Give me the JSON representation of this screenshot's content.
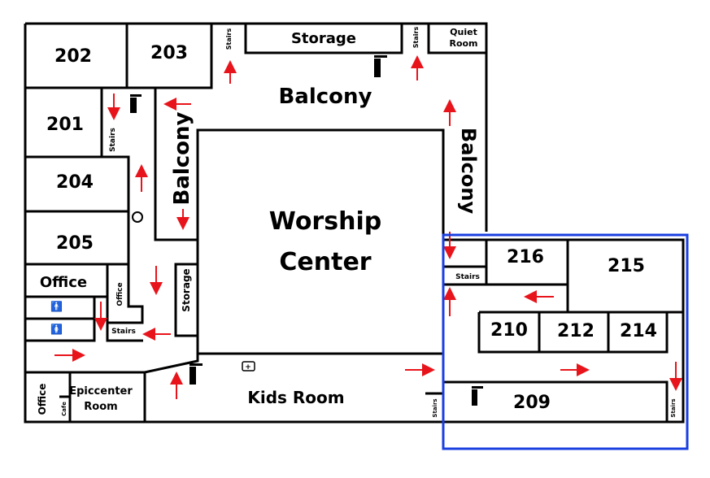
{
  "rooms": {
    "r202": "202",
    "r203": "203",
    "r201": "201",
    "r204": "204",
    "r205": "205",
    "office1": "Office",
    "office2": "Office",
    "office3": "Office",
    "storage_top": "Storage",
    "storage_mid": "Storage",
    "quiet1": "Quiet",
    "quiet2": "Room",
    "balcony_top": "Balcony",
    "balcony_left": "Balcony",
    "balcony_right": "Balcony",
    "worship1": "Worship",
    "worship2": "Center",
    "kids": "Kids Room",
    "epic1": "Epiccenter",
    "epic2": "Room",
    "cafe": "Cafe",
    "r216": "216",
    "r215": "215",
    "r210": "210",
    "r212": "212",
    "r214": "214",
    "r209": "209",
    "stairs": "Stairs"
  },
  "colors": {
    "wall": "#000000",
    "arrow": "#e8141b",
    "highlight": "#1a3fe0"
  }
}
